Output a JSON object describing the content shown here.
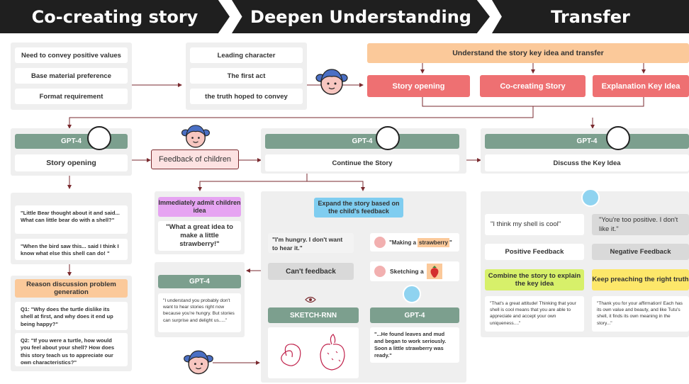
{
  "headers": {
    "co_creating": "Co-creating story",
    "deepen": "Deepen Understanding",
    "transfer": "Transfer"
  },
  "requirements": [
    "Need to convey positive values",
    "Base material preference",
    "Format requirement"
  ],
  "story_elements": [
    "Leading character",
    "The first act",
    "the truth hoped to convey"
  ],
  "transfer_top": {
    "title": "Understand the story key idea and transfer",
    "steps": [
      "Story opening",
      "Co-creating Story",
      "Explanation Key Idea"
    ]
  },
  "left_col": {
    "gpt": "GPT-4",
    "opening": "Story opening",
    "quote1": "\"Little Bear thought about it and said... What can little bear do with a shell?\"",
    "quote2": "\"When the bird saw this... said I think I know what else this shell can do! \"",
    "reason": "Reason discussion problem generation",
    "q1": "Q1: \"Why does the turtle dislike its shell at first, and why does it end up being happy?\"",
    "q2": "Q2: \"If you were a turtle, how would you feel about your shell? How does this story teach us to appreciate our own characteristics?\""
  },
  "feedback_label": "Feedback of children",
  "middle": {
    "gpt": "GPT-4",
    "continue": "Continue the Story",
    "admit_title": "Immediately admit children idea",
    "admit_quote": "\"What a great idea to make a little strawberry!\"",
    "gpt_b": "GPT-4",
    "gpt_b_text": "\"I understand you probably don't want to hear stories right now because you're hungry. But stories can surprise and delight us.....\"",
    "expand": "Expand the story based on the child's feedback",
    "hungry": "\"I'm hungry. I don't want to hear it.\"",
    "cant": "Can't feedback",
    "making_prefix": "\"Making a",
    "making_word": "strawberry",
    "making_suffix": "\"",
    "sketching": "Sketching a",
    "sketch_rnn": "SKETCH-RNN",
    "gpt_c": "GPT-4",
    "gpt_c_text": "\"...He found leaves and mud and began to work seriously. Soon a little strawberry was ready.\""
  },
  "right_col": {
    "gpt": "GPT-4",
    "discuss": "Discuss the Key Idea",
    "pos_quote": "\"I think my shell is cool\"",
    "neg_quote": "\"You're too positive. I don't like it.\"",
    "pos_fb": "Positive Feedback",
    "neg_fb": "Negative Feedback",
    "combine": "Combine the story to explain the key idea",
    "preach": "Keep preaching the right truth",
    "pos_text": "\"That's a great attitude! Thinking that your shell is cool means that you are able to appreciate and accept your own uniqueness....\"",
    "neg_text": "\"Thank you for your affirmation! Each has its own value and beauty, and like Tutu's shell, it finds its own meaning in the story...\""
  },
  "colors": {
    "header": "#1f1f1f",
    "gpt": "#7c9f8e",
    "salmon": "#ee7072",
    "peach": "#fbc99a",
    "purple": "#e6a4f2",
    "blue": "#7fcdf0",
    "lime": "#d7f06a",
    "yellow": "#fde76a",
    "line": "#7a2a2f"
  }
}
